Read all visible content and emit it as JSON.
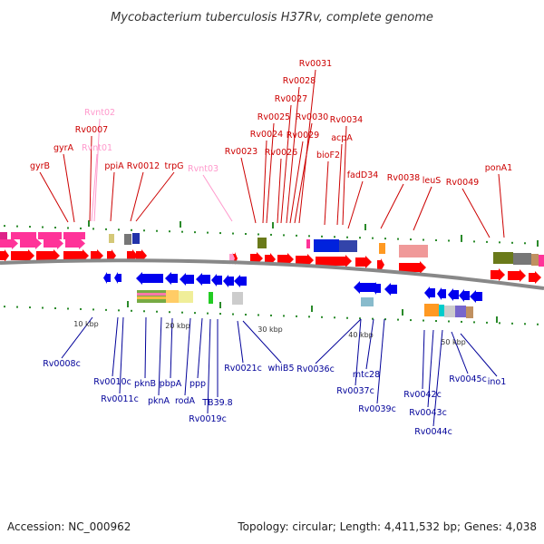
{
  "title": "Mycobacterium tuberculosis H37Rv, complete genome",
  "footer": {
    "accession": "Accession: NC_000962",
    "summary": "Topology: circular; Length: 4,411,532 bp; Genes: 4,038"
  },
  "colors": {
    "forward_label": "#cc0000",
    "forward_rna_label": "#ff99cc",
    "reverse_label": "#000099",
    "forward_gene": "#ff0000",
    "reverse_gene": "#0000ee",
    "backbone": "#888888"
  },
  "kbp_ticks": [
    "10 kbp",
    "20 kbp",
    "30 kbp",
    "40 kbp",
    "50 kbp"
  ],
  "forward_labels": [
    {
      "text": "gyrB",
      "type": "gene"
    },
    {
      "text": "gyrA",
      "type": "gene"
    },
    {
      "text": "Rv0007",
      "type": "gene"
    },
    {
      "text": "Rvnt02",
      "type": "rna"
    },
    {
      "text": "Rvnt01",
      "type": "rna"
    },
    {
      "text": "ppiA",
      "type": "gene"
    },
    {
      "text": "Rv0012",
      "type": "gene"
    },
    {
      "text": "trpG",
      "type": "gene"
    },
    {
      "text": "Rvnt03",
      "type": "rna"
    },
    {
      "text": "Rv0023",
      "type": "gene"
    },
    {
      "text": "Rv0024",
      "type": "gene"
    },
    {
      "text": "Rv0025",
      "type": "gene"
    },
    {
      "text": "Rv0026",
      "type": "gene"
    },
    {
      "text": "Rv0027",
      "type": "gene"
    },
    {
      "text": "Rv0028",
      "type": "gene"
    },
    {
      "text": "Rv0029",
      "type": "gene"
    },
    {
      "text": "Rv0030",
      "type": "gene"
    },
    {
      "text": "Rv0031",
      "type": "gene"
    },
    {
      "text": "bioF2",
      "type": "gene"
    },
    {
      "text": "acpA",
      "type": "gene"
    },
    {
      "text": "Rv0034",
      "type": "gene"
    },
    {
      "text": "fadD34",
      "type": "gene"
    },
    {
      "text": "Rv0038",
      "type": "gene"
    },
    {
      "text": "leuS",
      "type": "gene"
    },
    {
      "text": "Rv0049",
      "type": "gene"
    },
    {
      "text": "ponA1",
      "type": "gene"
    }
  ],
  "reverse_labels": [
    {
      "text": "Rv0008c"
    },
    {
      "text": "Rv0010c"
    },
    {
      "text": "Rv0011c"
    },
    {
      "text": "pknB"
    },
    {
      "text": "pknA"
    },
    {
      "text": "pbpA"
    },
    {
      "text": "rodA"
    },
    {
      "text": "ppp"
    },
    {
      "text": "TB39.8"
    },
    {
      "text": "Rv0019c"
    },
    {
      "text": "Rv0021c"
    },
    {
      "text": "whiB5"
    },
    {
      "text": "Rv0036c"
    },
    {
      "text": "Rv0037c"
    },
    {
      "text": "mtc28"
    },
    {
      "text": "Rv0039c"
    },
    {
      "text": "Rv0042c"
    },
    {
      "text": "Rv0043c"
    },
    {
      "text": "Rv0044c"
    },
    {
      "text": "Rv0045c"
    },
    {
      "text": "ino1"
    }
  ]
}
